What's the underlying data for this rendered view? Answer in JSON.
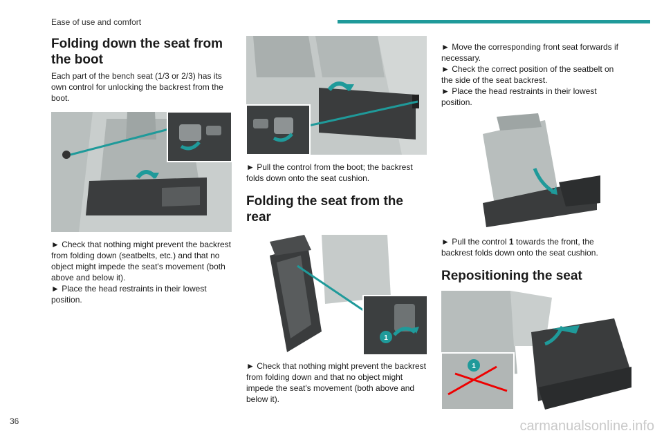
{
  "header": {
    "section": "Ease of use and comfort",
    "accent_color": "#1f9a9a"
  },
  "page_number": "36",
  "watermark": "carmanualsonline.info",
  "col1": {
    "title": "Folding down the seat from the boot",
    "intro": "Each part of the bench seat (1/3 or 2/3) has its own control for unlocking the backrest from the boot.",
    "steps": [
      "► Check that nothing might prevent the backrest from folding down (seatbelts, etc.) and that no object might impede the seat's movement (both above and below it).",
      "► Place the head restraints in their lowest position."
    ]
  },
  "col2": {
    "step_boot": "► Pull the control from the boot; the backrest folds down onto the seat cushion.",
    "title": "Folding the seat from the rear",
    "step_rear": "► Check that nothing might prevent the backrest from folding down and that no object might impede the seat's movement (both above and below it).",
    "badge": "1"
  },
  "col3": {
    "steps": [
      "► Move the corresponding front seat forwards if necessary.",
      "► Check the correct position of the seatbelt on the side of the seat backrest.",
      "► Place the head restraints in their lowest position."
    ],
    "pull_prefix": "► Pull the control ",
    "pull_num": "1",
    "pull_suffix": " towards the front, the backrest folds down onto the seat cushion.",
    "title": "Repositioning the seat",
    "badge": "1"
  }
}
